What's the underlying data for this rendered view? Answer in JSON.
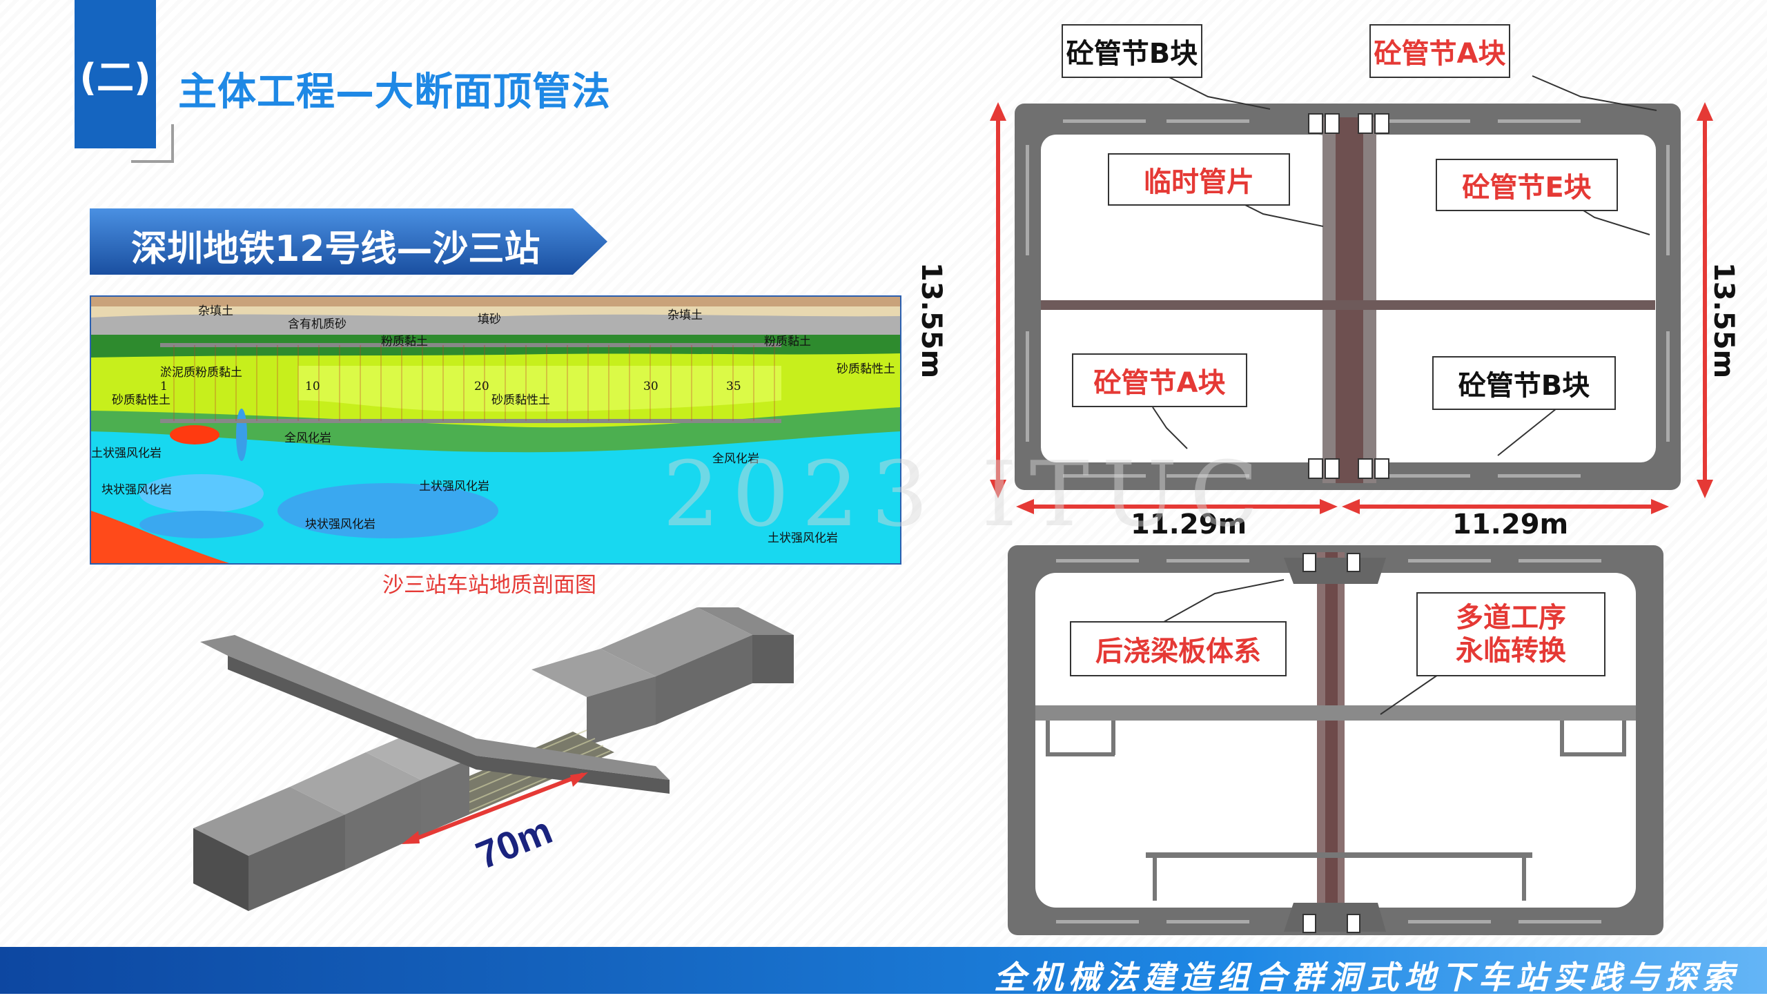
{
  "header": {
    "section_marker": "(二)",
    "title": "主体工程—大断面顶管法"
  },
  "subtitle": "深圳地铁12号线—沙三站",
  "geology": {
    "caption": "沙三站车站地质剖面图",
    "layers": [
      "杂填土",
      "含有机质砂",
      "填砂",
      "杂填土",
      "粉质黏土",
      "粉质黏土",
      "淤泥质粉质黏土",
      "砂质黏性土",
      "砂质黏性土",
      "砂质黏性土",
      "全风化岩",
      "土状强风化岩",
      "块状强风化岩",
      "土状强风化岩",
      "块状强风化岩",
      "全风化岩",
      "土状强风化岩"
    ],
    "stations": [
      "1",
      "10",
      "20",
      "30",
      "35"
    ]
  },
  "model_3d": {
    "length_label": "70m"
  },
  "section_top": {
    "labels": {
      "b_top_left": "砼管节B块",
      "a_top_right": "砼管节A块",
      "temp": "临时管片",
      "e_right": "砼管节E块",
      "a_left": "砼管节A块",
      "b_right": "砼管节B块"
    },
    "dims": {
      "height_left": "13.55m",
      "height_right": "13.55m",
      "width_left": "11.29m",
      "width_right": "11.29m"
    }
  },
  "section_bottom": {
    "labels": {
      "post_cast": "后浇梁板体系",
      "multi_step_1": "多道工序",
      "multi_step_2": "永临转换"
    }
  },
  "watermark": "2023 ITUC",
  "footer": "全机械法建造组合群洞式地下车站实践与探索",
  "colors": {
    "brand_blue": "#1565c0",
    "title_blue": "#1e88e5",
    "accent_red": "#e53935",
    "concrete_grey": "#6d6d6d"
  }
}
